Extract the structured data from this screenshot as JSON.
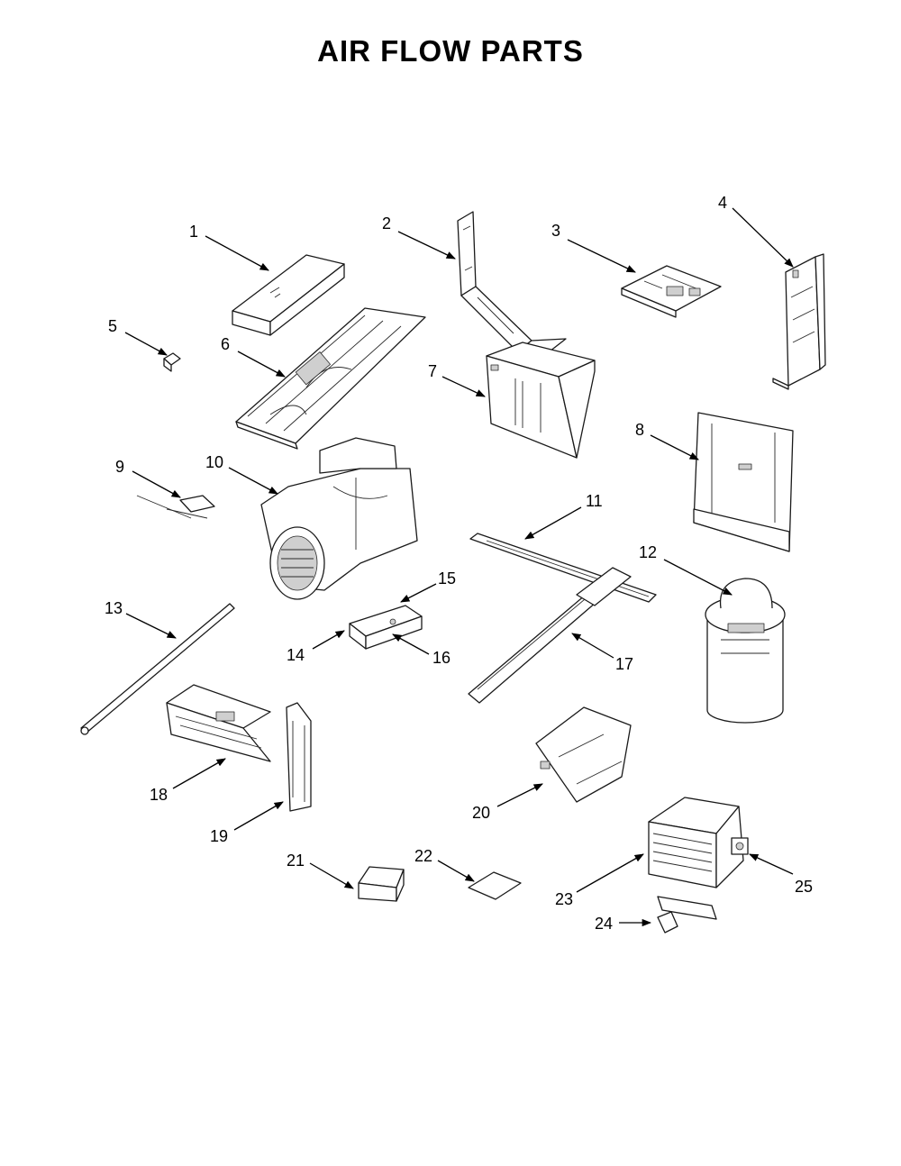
{
  "title": "AIR FLOW PARTS",
  "callouts": [
    "1",
    "2",
    "3",
    "4",
    "5",
    "6",
    "7",
    "8",
    "9",
    "10",
    "11",
    "12",
    "13",
    "14",
    "15",
    "16",
    "17",
    "18",
    "19",
    "20",
    "21",
    "22",
    "23",
    "24",
    "25"
  ]
}
